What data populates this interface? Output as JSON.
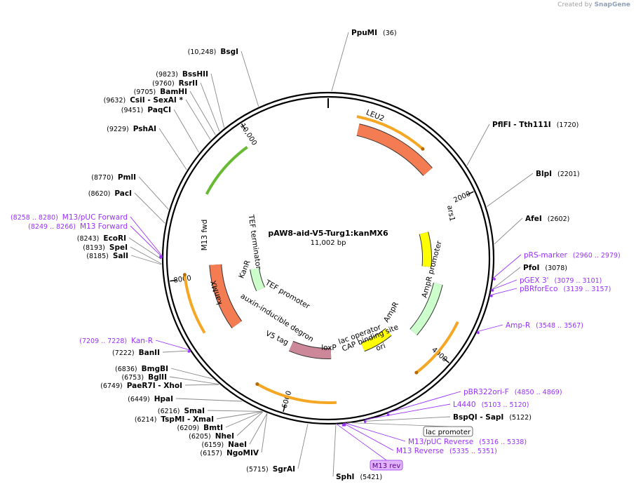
{
  "credit": {
    "prefix": "Created by",
    "brand": "SnapGene"
  },
  "plasmid": {
    "name": "pAW8-aid-V5-Turg1:kanMX6",
    "length_label": "11,002 bp",
    "total_bp": 11002
  },
  "colors": {
    "backbone": "#000000",
    "enzyme_line": "#888888",
    "primer": "#9b30ff",
    "primer_label": "#9b30ff",
    "leu2": "#f47c52",
    "kanmx": "#f47c52",
    "ars": "#ffff00",
    "ampr": "#ccffcc",
    "ori": "#ffff00",
    "sites_arc": "#f5a623",
    "aid": "#cc8899"
  },
  "ticks": [
    {
      "label": "2000",
      "bp": 2000
    },
    {
      "label": "4000",
      "bp": 4000
    },
    {
      "label": "6000",
      "bp": 6000
    },
    {
      "label": "8000",
      "bp": 8000
    },
    {
      "label": "10,000",
      "bp": 10000
    }
  ],
  "enzymes": [
    {
      "name": "PpuMI",
      "pos": "(36)",
      "bp": 36,
      "side": "top"
    },
    {
      "name": "BsgI",
      "pos": "(10,248)",
      "bp": 10248,
      "side": "left"
    },
    {
      "name": "BssHII",
      "pos": "(9823)",
      "bp": 9823,
      "side": "left"
    },
    {
      "name": "RsrII",
      "pos": "(9760)",
      "bp": 9760,
      "side": "left"
    },
    {
      "name": "BamHI",
      "pos": "(9705)",
      "bp": 9705,
      "side": "left"
    },
    {
      "name": "CsiI   -  SexAI  *",
      "pos": "(9632)",
      "bp": 9632,
      "side": "left"
    },
    {
      "name": "PaqCI",
      "pos": "(9451)",
      "bp": 9451,
      "side": "left"
    },
    {
      "name": "PshAI",
      "pos": "(9229)",
      "bp": 9229,
      "side": "left"
    },
    {
      "name": "PmlI",
      "pos": "(8770)",
      "bp": 8770,
      "side": "left"
    },
    {
      "name": "PacI",
      "pos": "(8620)",
      "bp": 8620,
      "side": "left"
    },
    {
      "name": "EcoRI",
      "pos": "(8243)",
      "bp": 8243,
      "side": "left"
    },
    {
      "name": "SpeI",
      "pos": "(8193)",
      "bp": 8193,
      "side": "left"
    },
    {
      "name": "SalI",
      "pos": "(8185)",
      "bp": 8185,
      "side": "left"
    },
    {
      "name": "BanII",
      "pos": "(7222)",
      "bp": 7222,
      "side": "left"
    },
    {
      "name": "BmgBI",
      "pos": "(6836)",
      "bp": 6836,
      "side": "left"
    },
    {
      "name": "BglII",
      "pos": "(6753)",
      "bp": 6753,
      "side": "left"
    },
    {
      "name": "PaeR7I   -  XhoI",
      "pos": "(6749)",
      "bp": 6749,
      "side": "left"
    },
    {
      "name": "HpaI",
      "pos": "(6449)",
      "bp": 6449,
      "side": "left"
    },
    {
      "name": "SmaI",
      "pos": "(6216)",
      "bp": 6216,
      "side": "left"
    },
    {
      "name": "TspMI   -  XmaI",
      "pos": "(6214)",
      "bp": 6214,
      "side": "left"
    },
    {
      "name": "BmtI",
      "pos": "(6209)",
      "bp": 6209,
      "side": "left"
    },
    {
      "name": "NheI",
      "pos": "(6205)",
      "bp": 6205,
      "side": "left"
    },
    {
      "name": "NaeI",
      "pos": "(6159)",
      "bp": 6159,
      "side": "left"
    },
    {
      "name": "NgoMIV",
      "pos": "(6157)",
      "bp": 6157,
      "side": "left"
    },
    {
      "name": "SgrAI",
      "pos": "(5715)",
      "bp": 5715,
      "side": "left"
    },
    {
      "name": "SphI",
      "pos": "(5421)",
      "bp": 5421,
      "side": "right"
    },
    {
      "name": "BspQI   -  SapI",
      "pos": "(5122)",
      "bp": 5122,
      "side": "right"
    },
    {
      "name": "PflFI   -  Tth111I",
      "pos": "(1720)",
      "bp": 1720,
      "side": "right"
    },
    {
      "name": "BlpI",
      "pos": "(2201)",
      "bp": 2201,
      "side": "right"
    },
    {
      "name": "AfeI",
      "pos": "(2602)",
      "bp": 2602,
      "side": "right"
    },
    {
      "name": "PfoI",
      "pos": "(3078)",
      "bp": 3078,
      "side": "right"
    }
  ],
  "primers": [
    {
      "name": "M13/pUC Forward",
      "pos": "(8258 .. 8280)",
      "bp": 8269,
      "side": "left"
    },
    {
      "name": "M13 Forward",
      "pos": "(8249 .. 8266)",
      "bp": 8258,
      "side": "left"
    },
    {
      "name": "Kan-R",
      "pos": "(7209 .. 7228)",
      "bp": 7218,
      "side": "left"
    },
    {
      "name": "pRS-marker",
      "pos": "(2960 .. 2979)",
      "bp": 2970,
      "side": "right"
    },
    {
      "name": "pGEX 3'",
      "pos": "(3079 .. 3101)",
      "bp": 3090,
      "side": "right"
    },
    {
      "name": "pBRforEco",
      "pos": "(3139 .. 3157)",
      "bp": 3148,
      "side": "right"
    },
    {
      "name": "Amp-R",
      "pos": "(3548 .. 3567)",
      "bp": 3558,
      "side": "right"
    },
    {
      "name": "pBR322ori-F",
      "pos": "(4850 .. 4869)",
      "bp": 4860,
      "side": "right"
    },
    {
      "name": "L4440",
      "pos": "(5103 .. 5120)",
      "bp": 5112,
      "side": "right"
    },
    {
      "name": "M13/pUC Reverse",
      "pos": "(5316 .. 5338)",
      "bp": 5327,
      "side": "right"
    },
    {
      "name": "M13 Reverse",
      "pos": "(5335 .. 5351)",
      "bp": 5343,
      "side": "right"
    }
  ],
  "boxed_labels": [
    {
      "name": "lac promoter"
    },
    {
      "name": "M13 rev"
    }
  ],
  "features": [
    {
      "name": "LEU2",
      "start": 400,
      "end": 1500
    },
    {
      "name": "ars1",
      "start": 2300,
      "end": 2900
    },
    {
      "name": "AmpR",
      "start": 3150,
      "end": 4000
    },
    {
      "name": "AmpR promoter",
      "start": 3050,
      "end": 3150
    },
    {
      "name": "ori",
      "start": 4300,
      "end": 4850
    },
    {
      "name": "kanMX",
      "start": 7150,
      "end": 8150
    },
    {
      "name": "KanR",
      "start": 7500,
      "end": 8000
    },
    {
      "name": "aid",
      "start": 5450,
      "end": 6200
    }
  ],
  "inner_labels": [
    {
      "name": "M13 fwd"
    },
    {
      "name": "TEF terminator"
    },
    {
      "name": "KanR"
    },
    {
      "name": "TEF promoter"
    },
    {
      "name": "auxin-inducible degron"
    },
    {
      "name": "V5 tag"
    },
    {
      "name": "loxP"
    },
    {
      "name": "lac operator"
    },
    {
      "name": "CAP binding site"
    },
    {
      "name": "AmpR"
    },
    {
      "name": "AmpR promoter"
    },
    {
      "name": "ori"
    },
    {
      "name": "ars1"
    },
    {
      "name": "LEU2"
    },
    {
      "name": "kanMX"
    }
  ]
}
